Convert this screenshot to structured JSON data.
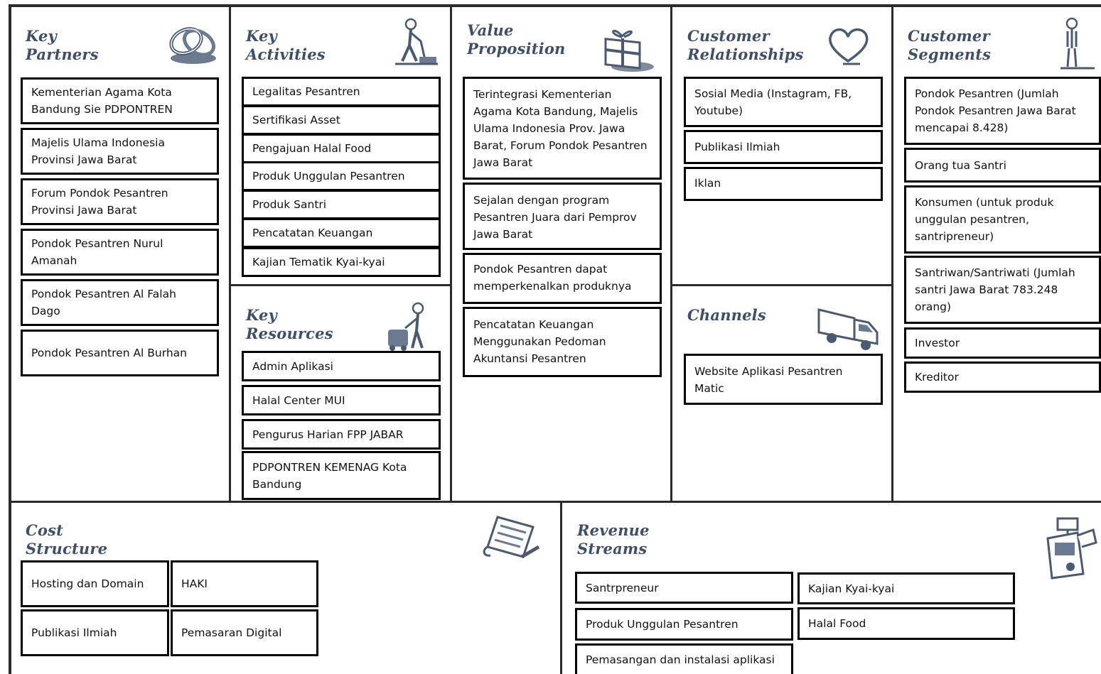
{
  "sections": {
    "key_partners": {
      "title": [
        "Key",
        "Partners"
      ],
      "icon": "chain-links-icon",
      "items": [
        "Kementerian Agama Kota Bandung Sie PDPONTREN",
        "Majelis Ulama Indonesia Provinsi Jawa Barat",
        "Forum Pondok Pesantren Provinsi Jawa Barat",
        "Pondok Pesantren Nurul Amanah",
        "Pondok Pesantren Al Falah Dago",
        "Pondok Pesantren Al Burhan"
      ]
    },
    "key_activities": {
      "title": [
        "Key",
        "Activities"
      ],
      "icon": "worker-mopping-icon",
      "items": [
        "Legalitas Pesantren",
        "Sertifikasi Asset",
        "Pengajuan Halal Food",
        "Produk Unggulan Pesantren",
        "Produk Santri",
        "Pencatatan Keuangan",
        "Kajian Tematik Kyai-kyai"
      ]
    },
    "key_resources": {
      "title": [
        "Key",
        "Resources"
      ],
      "icon": "worker-with-machine-icon",
      "items": [
        "Admin Aplikasi",
        "Halal Center MUI",
        "Pengurus Harian FPP JABAR",
        "PDPONTREN KEMENAG Kota Bandung"
      ]
    },
    "value_proposition": {
      "title": [
        "Value",
        "Proposition"
      ],
      "icon": "gift-box-icon",
      "items": [
        "Terintegrasi Kementerian Agama Kota Bandung, Majelis Ulama Indonesia Prov. Jawa Barat, Forum Pondok Pesantren Jawa Barat",
        "Sejalan dengan program Pesantren Juara dari Pemprov Jawa Barat",
        "Pondok Pesantren dapat memperkenalkan produknya",
        "Pencatatan Keuangan Menggunakan Pedoman Akuntansi Pesantren"
      ]
    },
    "customer_relationships": {
      "title": [
        "Customer",
        "Relationships"
      ],
      "icon": "heart-icon",
      "items": [
        "Sosial Media (Instagram, FB, Youtube)",
        "Publikasi Ilmiah",
        "Iklan"
      ]
    },
    "channels": {
      "title": [
        "Channels"
      ],
      "icon": "delivery-truck-icon",
      "items": [
        "Website Aplikasi Pesantren Matic"
      ]
    },
    "customer_segments": {
      "title": [
        "Customer",
        "Segments"
      ],
      "icon": "person-standing-icon",
      "items": [
        "Pondok Pesantren (Jumlah Pondok Pesantren Jawa Barat mencapai 8.428)",
        "Orang tua Santri",
        "Konsumen (untuk produk unggulan pesantren, santripreneur)",
        "Santriwan/Santriwati (Jumlah santri Jawa Barat 783.248 orang)",
        "Investor",
        "Kreditor"
      ]
    },
    "cost_structure": {
      "title": [
        "Cost",
        "Structure"
      ],
      "icon": "receipt-scroll-icon",
      "items": [
        "Hosting dan Domain",
        "HAKI",
        "Publikasi Ilmiah",
        "Pemasaran Digital"
      ]
    },
    "revenue_streams": {
      "title": [
        "Revenue",
        "Streams"
      ],
      "icon": "cash-register-icon",
      "items": [
        "Santrpreneur",
        "Kajian Kyai-kyai",
        "Produk Unggulan Pesantren",
        "Halal Food",
        "Pemasangan dan instalasi aplikasi"
      ]
    }
  },
  "colors": {
    "title": "#3e4f6b",
    "lines": "#2b2b2b",
    "box_border": "#000000",
    "icon": "#4a5a72"
  }
}
